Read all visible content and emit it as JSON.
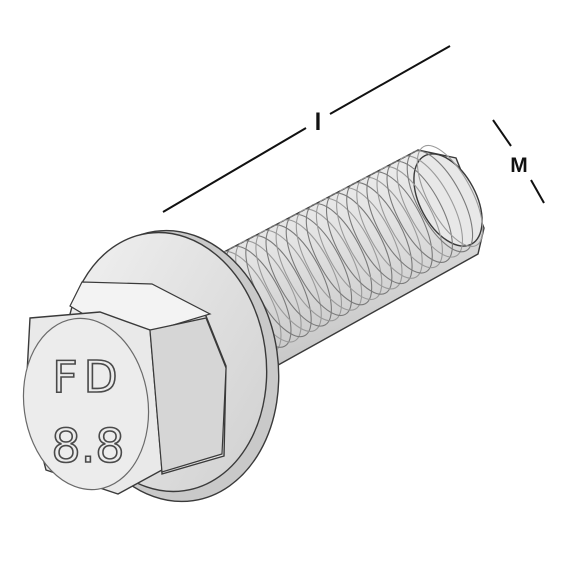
{
  "diagram": {
    "labels": {
      "length": "l",
      "diameter": "M"
    },
    "head_marking": {
      "line1": "FD",
      "line2": "8.8"
    },
    "colors": {
      "metal_light": "#ececec",
      "metal_mid": "#d8d8d8",
      "metal_dark": "#b9b9b9",
      "outline": "#3a3a3a",
      "dimension_line": "#111111"
    }
  }
}
